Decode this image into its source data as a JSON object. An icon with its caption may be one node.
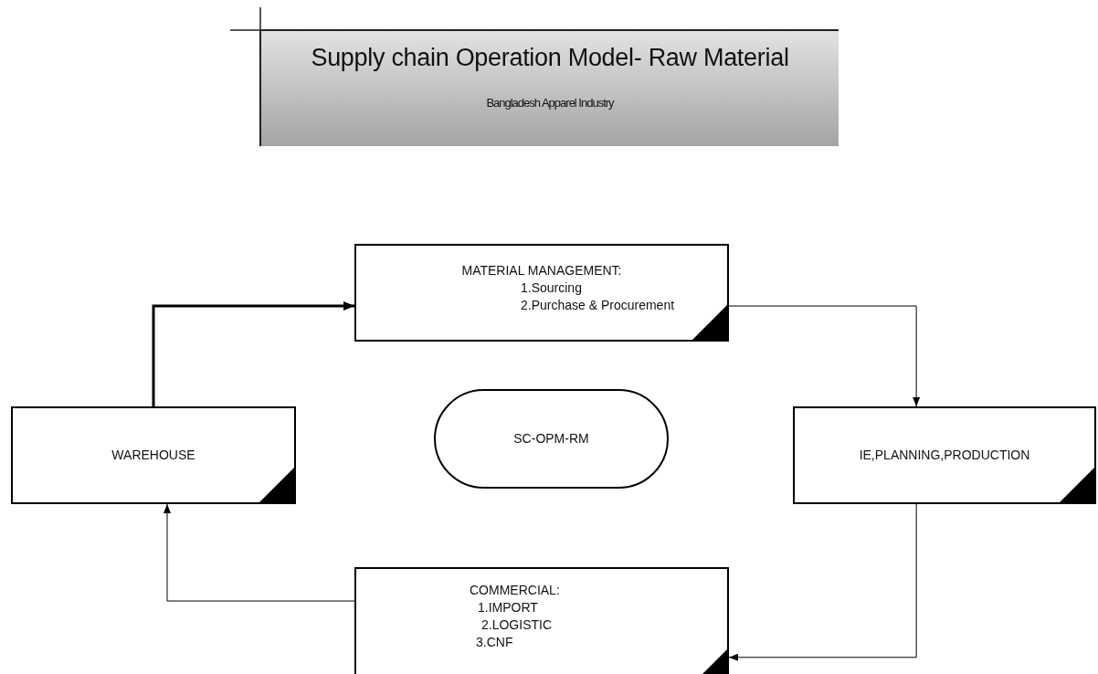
{
  "diagram": {
    "nodes": [
      {
        "text": [
          "Supply chain Operation Model- Raw Material",
          "Bangladesh Apparel Industry"
        ]
      },
      {
        "text": [
          "MATERIAL MANAGEMENT:",
          "1.Sourcing",
          "2.Purchase & Procurement"
        ]
      },
      {
        "text": [
          "WAREHOUSE"
        ]
      },
      {
        "text": [
          "SC-OPM-RM"
        ]
      },
      {
        "text": [
          "IE,PLANNING,PRODUCTION"
        ]
      },
      {
        "text": [
          "COMMERCIAL:",
          "1.IMPORT",
          "2.LOGISTIC",
          "3.CNF"
        ]
      }
    ],
    "edges": [
      {
        "from": 2,
        "to": 1,
        "arrow": "to",
        "style": "thick"
      },
      {
        "from": 1,
        "to": 4,
        "arrow": "to"
      },
      {
        "from": 4,
        "to": 5,
        "arrow": "to"
      },
      {
        "from": 5,
        "to": 2,
        "arrow": "to"
      }
    ]
  }
}
